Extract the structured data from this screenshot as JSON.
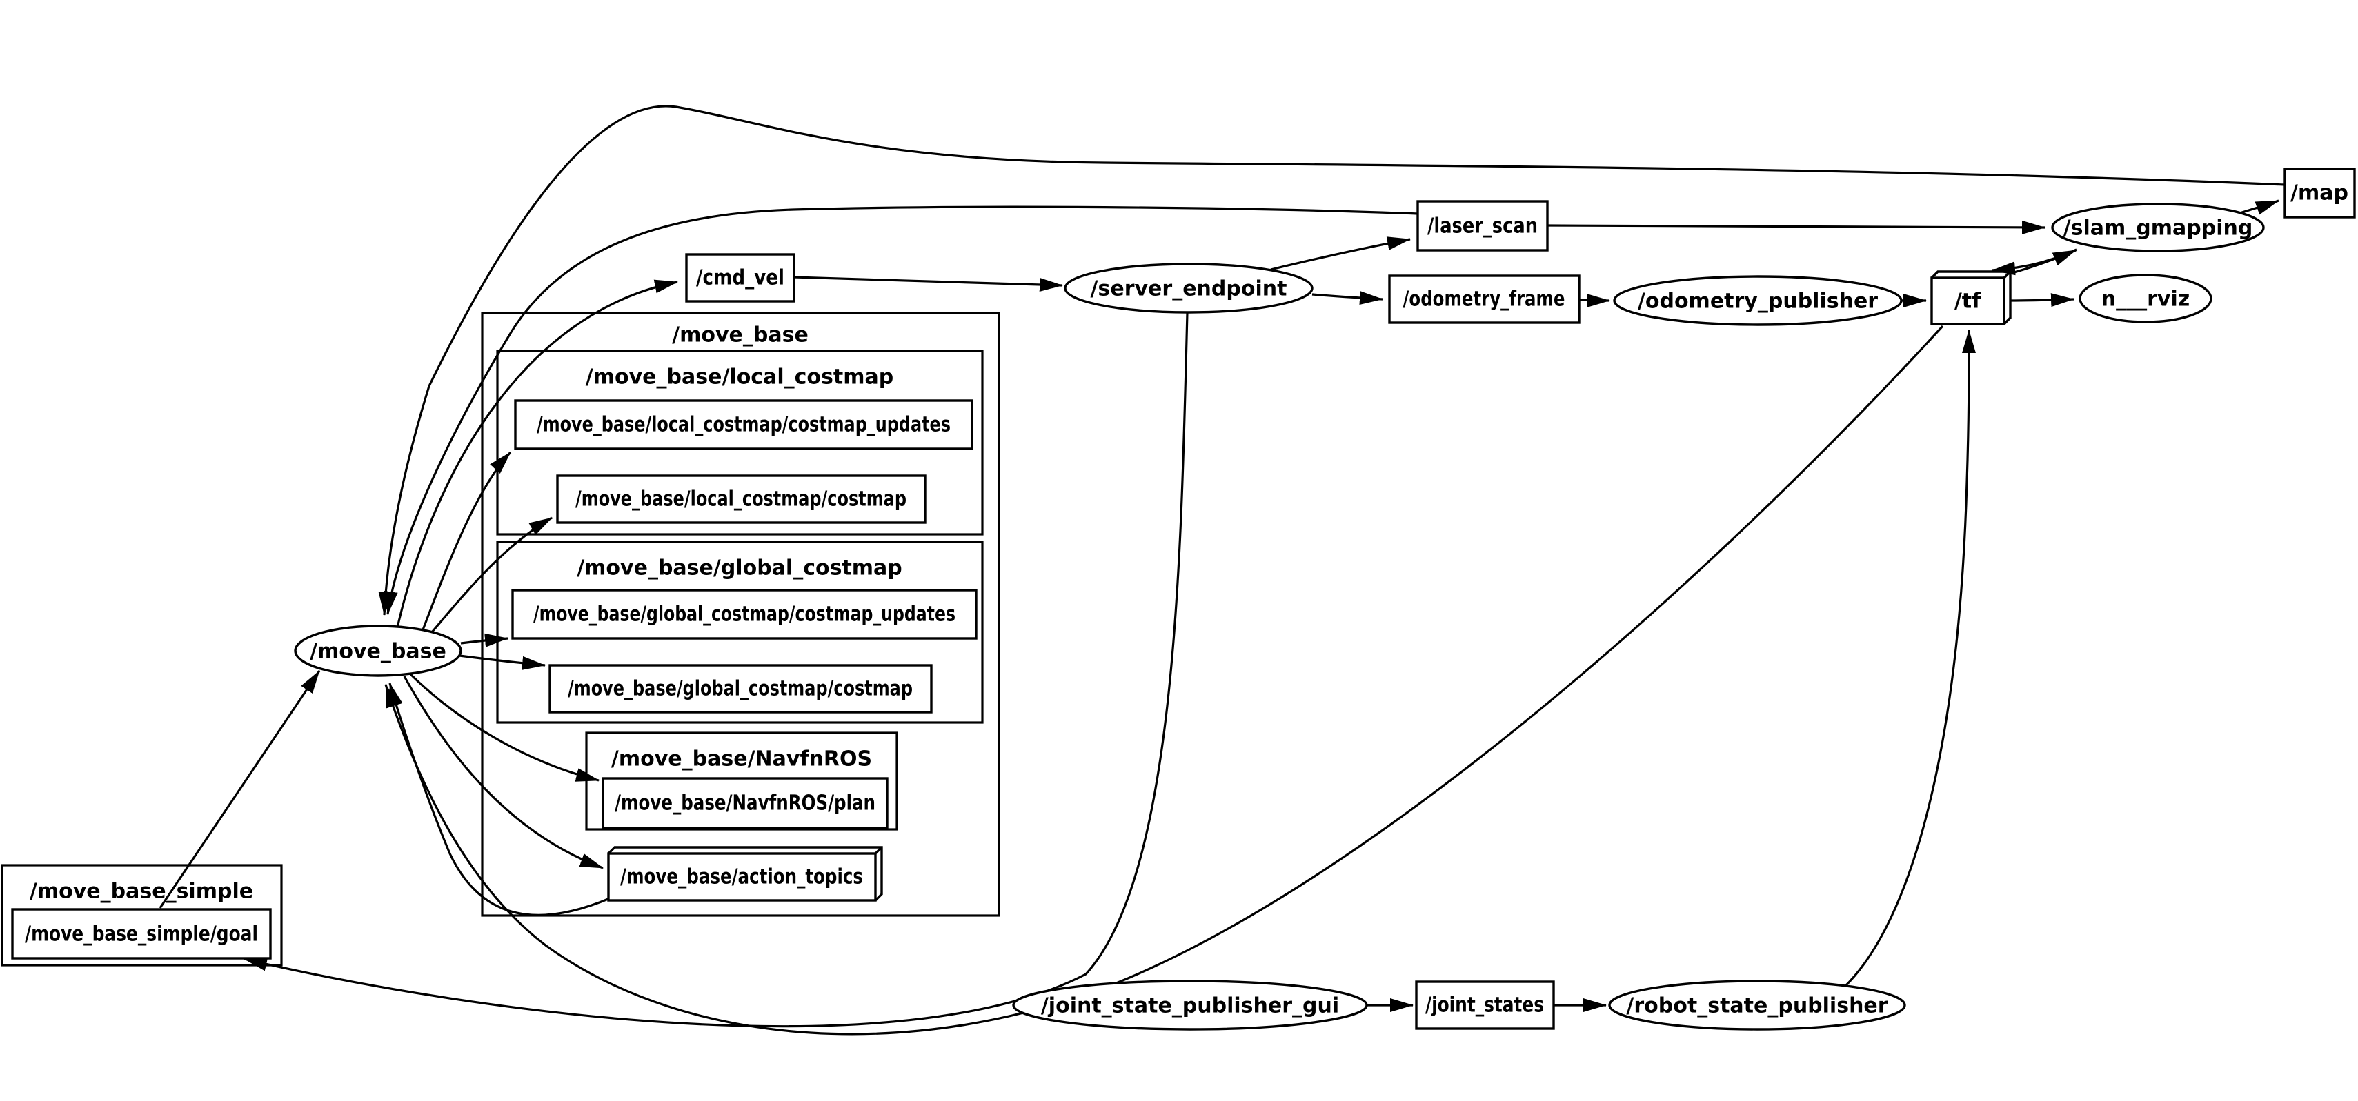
{
  "canvas": {
    "background": "#ffffff",
    "line_color": "#000000"
  },
  "graph": {
    "nodes": {
      "move_base": {
        "label": "/move_base",
        "shape": "ellipse"
      },
      "server_endpoint": {
        "label": "/server_endpoint",
        "shape": "ellipse"
      },
      "odometry_publisher": {
        "label": "/odometry_publisher",
        "shape": "ellipse"
      },
      "slam_gmapping": {
        "label": "/slam_gmapping",
        "shape": "ellipse"
      },
      "rviz": {
        "label": "n___rviz",
        "shape": "ellipse"
      },
      "joint_state_publisher_gui": {
        "label": "/joint_state_publisher_gui",
        "shape": "ellipse"
      },
      "robot_state_publisher": {
        "label": "/robot_state_publisher",
        "shape": "ellipse"
      }
    },
    "topics": {
      "cmd_vel": {
        "label": "/cmd_vel",
        "shape": "box"
      },
      "laser_scan": {
        "label": "/laser_scan",
        "shape": "box"
      },
      "odometry_frame": {
        "label": "/odometry_frame",
        "shape": "box"
      },
      "map": {
        "label": "/map",
        "shape": "box"
      },
      "tf": {
        "label": "/tf",
        "shape": "box3d"
      },
      "joint_states": {
        "label": "/joint_states",
        "shape": "box"
      },
      "local_costmap_updates": {
        "label": "/move_base/local_costmap/costmap_updates",
        "shape": "box"
      },
      "local_costmap": {
        "label": "/move_base/local_costmap/costmap",
        "shape": "box"
      },
      "global_costmap_updates": {
        "label": "/move_base/global_costmap/costmap_updates",
        "shape": "box"
      },
      "global_costmap": {
        "label": "/move_base/global_costmap/costmap",
        "shape": "box"
      },
      "navfn_plan": {
        "label": "/move_base/NavfnROS/plan",
        "shape": "box"
      },
      "action_topics": {
        "label": "/move_base/action_topics",
        "shape": "box3d"
      },
      "move_base_simple_goal": {
        "label": "/move_base_simple/goal",
        "shape": "box"
      }
    },
    "clusters": {
      "move_base": {
        "label": "/move_base"
      },
      "local_costmap": {
        "label": "/move_base/local_costmap"
      },
      "global_costmap": {
        "label": "/move_base/global_costmap"
      },
      "navfn": {
        "label": "/move_base/NavfnROS"
      },
      "move_base_simple": {
        "label": "/move_base_simple"
      }
    },
    "edges": [
      {
        "from": "/move_base",
        "to": "/cmd_vel"
      },
      {
        "from": "/cmd_vel",
        "to": "/server_endpoint"
      },
      {
        "from": "/server_endpoint",
        "to": "/laser_scan"
      },
      {
        "from": "/laser_scan",
        "to": "/slam_gmapping"
      },
      {
        "from": "/server_endpoint",
        "to": "/odometry_frame"
      },
      {
        "from": "/odometry_frame",
        "to": "/odometry_publisher"
      },
      {
        "from": "/odometry_publisher",
        "to": "/tf"
      },
      {
        "from": "/tf",
        "to": "n___rviz"
      },
      {
        "from": "/slam_gmapping",
        "to": "/map"
      },
      {
        "from": "/slam_gmapping",
        "to": "/tf"
      },
      {
        "from": "/tf",
        "to": "/slam_gmapping"
      },
      {
        "from": "/map",
        "to": "/move_base"
      },
      {
        "from": "/laser_scan",
        "to": "/move_base"
      },
      {
        "from": "/tf",
        "to": "/move_base"
      },
      {
        "from": "/move_base",
        "to": "/move_base/local_costmap/costmap_updates"
      },
      {
        "from": "/move_base",
        "to": "/move_base/local_costmap/costmap"
      },
      {
        "from": "/move_base",
        "to": "/move_base/global_costmap/costmap_updates"
      },
      {
        "from": "/move_base",
        "to": "/move_base/global_costmap/costmap"
      },
      {
        "from": "/move_base",
        "to": "/move_base/NavfnROS/plan"
      },
      {
        "from": "/move_base",
        "to": "/move_base/action_topics"
      },
      {
        "from": "/move_base/action_topics",
        "to": "/move_base"
      },
      {
        "from": "/move_base_simple/goal",
        "to": "/move_base"
      },
      {
        "from": "/server_endpoint",
        "to": "/move_base_simple/goal"
      },
      {
        "from": "/joint_state_publisher_gui",
        "to": "/joint_states"
      },
      {
        "from": "/joint_states",
        "to": "/robot_state_publisher"
      },
      {
        "from": "/robot_state_publisher",
        "to": "/tf"
      }
    ]
  }
}
